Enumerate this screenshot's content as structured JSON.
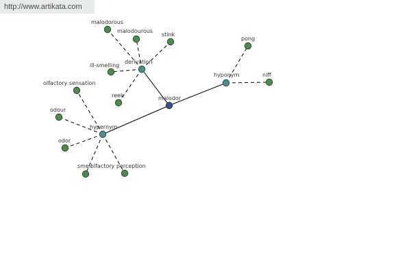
{
  "header": {
    "url": "http://www.artikata.com"
  },
  "graph": {
    "colors": {
      "center": "#3a4f8c",
      "relation": "#4a8f8f",
      "leaf": "#4e8a4e",
      "stroke": "#1e3a1e",
      "line": "#000000"
    },
    "nodes": [
      {
        "id": "malodor",
        "label": "malodor",
        "kind": "center"
      },
      {
        "id": "derivation",
        "label": "derivation",
        "kind": "relation"
      },
      {
        "id": "hyponym",
        "label": "hyponym",
        "kind": "relation"
      },
      {
        "id": "hypernym",
        "label": "hypernym",
        "kind": "relation"
      },
      {
        "id": "malodorous1",
        "label": "malodorous",
        "kind": "leaf"
      },
      {
        "id": "malodourous",
        "label": "malodourous",
        "kind": "leaf"
      },
      {
        "id": "stink",
        "label": "stink",
        "kind": "leaf"
      },
      {
        "id": "ill-smelling",
        "label": "ill-smelling",
        "kind": "leaf"
      },
      {
        "id": "reek",
        "label": "reek",
        "kind": "leaf"
      },
      {
        "id": "pong",
        "label": "pong",
        "kind": "leaf"
      },
      {
        "id": "niff",
        "label": "niff",
        "kind": "leaf"
      },
      {
        "id": "olfactory-sensation",
        "label": "olfactory sensation",
        "kind": "leaf"
      },
      {
        "id": "odour",
        "label": "odour",
        "kind": "leaf"
      },
      {
        "id": "odor",
        "label": "odor",
        "kind": "leaf"
      },
      {
        "id": "smell",
        "label": "smell",
        "kind": "leaf"
      },
      {
        "id": "olfactory-perception",
        "label": "olfactory perception",
        "kind": "leaf"
      }
    ],
    "edges": [
      {
        "from": "malodor",
        "to": "derivation",
        "style": "solid"
      },
      {
        "from": "malodor",
        "to": "hyponym",
        "style": "solid"
      },
      {
        "from": "malodor",
        "to": "hypernym",
        "style": "solid"
      },
      {
        "from": "derivation",
        "to": "malodorous1",
        "style": "dashed"
      },
      {
        "from": "derivation",
        "to": "malodourous",
        "style": "dashed"
      },
      {
        "from": "derivation",
        "to": "stink",
        "style": "dashed"
      },
      {
        "from": "derivation",
        "to": "ill-smelling",
        "style": "dashed"
      },
      {
        "from": "derivation",
        "to": "reek",
        "style": "dashed"
      },
      {
        "from": "hyponym",
        "to": "pong",
        "style": "dashed"
      },
      {
        "from": "hyponym",
        "to": "niff",
        "style": "dashed"
      },
      {
        "from": "hypernym",
        "to": "olfactory-sensation",
        "style": "dashed"
      },
      {
        "from": "hypernym",
        "to": "odour",
        "style": "dashed"
      },
      {
        "from": "hypernym",
        "to": "odor",
        "style": "dashed"
      },
      {
        "from": "hypernym",
        "to": "smell",
        "style": "dashed"
      },
      {
        "from": "hypernym",
        "to": "olfactory-perception",
        "style": "dashed"
      }
    ]
  }
}
